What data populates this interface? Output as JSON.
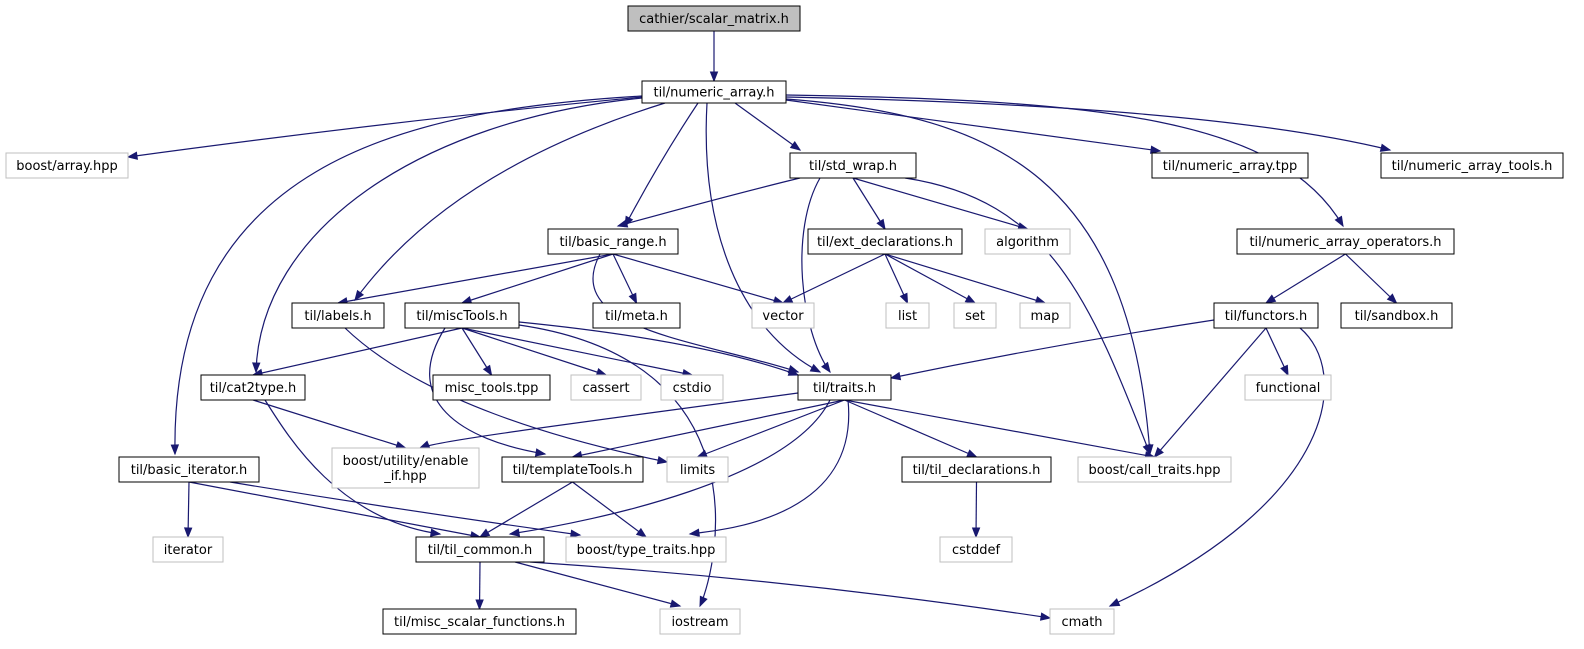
{
  "diagram": {
    "type": "include-dependency-graph",
    "colors": {
      "edge": "#191970",
      "root_fill": "#bfbfbf",
      "node_border": "#000000",
      "external_border": "#bfbfbf"
    },
    "nodes": [
      {
        "id": "scalar_matrix",
        "label": [
          "cathier/scalar_matrix.h"
        ],
        "kind": "root"
      },
      {
        "id": "numeric_array",
        "label": [
          "til/numeric_array.h"
        ],
        "kind": "local"
      },
      {
        "id": "boost_array",
        "label": [
          "boost/array.hpp"
        ],
        "kind": "ext"
      },
      {
        "id": "std_wrap",
        "label": [
          "til/std_wrap.h"
        ],
        "kind": "local"
      },
      {
        "id": "numeric_array_tpp",
        "label": [
          "til/numeric_array.tpp"
        ],
        "kind": "local"
      },
      {
        "id": "numeric_array_tools",
        "label": [
          "til/numeric_array_tools.h"
        ],
        "kind": "local"
      },
      {
        "id": "basic_range",
        "label": [
          "til/basic_range.h"
        ],
        "kind": "local"
      },
      {
        "id": "ext_declarations",
        "label": [
          "til/ext_declarations.h"
        ],
        "kind": "local"
      },
      {
        "id": "algorithm",
        "label": [
          "algorithm"
        ],
        "kind": "ext"
      },
      {
        "id": "numeric_array_operators",
        "label": [
          "til/numeric_array_operators.h"
        ],
        "kind": "local"
      },
      {
        "id": "labels",
        "label": [
          "til/labels.h"
        ],
        "kind": "local"
      },
      {
        "id": "miscTools",
        "label": [
          "til/miscTools.h"
        ],
        "kind": "local"
      },
      {
        "id": "meta",
        "label": [
          "til/meta.h"
        ],
        "kind": "local"
      },
      {
        "id": "vector",
        "label": [
          "vector"
        ],
        "kind": "ext"
      },
      {
        "id": "list",
        "label": [
          "list"
        ],
        "kind": "ext"
      },
      {
        "id": "set",
        "label": [
          "set"
        ],
        "kind": "ext"
      },
      {
        "id": "map",
        "label": [
          "map"
        ],
        "kind": "ext"
      },
      {
        "id": "functors",
        "label": [
          "til/functors.h"
        ],
        "kind": "local"
      },
      {
        "id": "sandbox",
        "label": [
          "til/sandbox.h"
        ],
        "kind": "local"
      },
      {
        "id": "cat2type",
        "label": [
          "til/cat2type.h"
        ],
        "kind": "local"
      },
      {
        "id": "misc_tools_tpp",
        "label": [
          "misc_tools.tpp"
        ],
        "kind": "local"
      },
      {
        "id": "cassert",
        "label": [
          "cassert"
        ],
        "kind": "ext"
      },
      {
        "id": "cstdio",
        "label": [
          "cstdio"
        ],
        "kind": "ext"
      },
      {
        "id": "traits",
        "label": [
          "til/traits.h"
        ],
        "kind": "local"
      },
      {
        "id": "functional",
        "label": [
          "functional"
        ],
        "kind": "ext"
      },
      {
        "id": "basic_iterator",
        "label": [
          "til/basic_iterator.h"
        ],
        "kind": "local"
      },
      {
        "id": "enable_if",
        "label": [
          "boost/utility/enable",
          "_if.hpp"
        ],
        "kind": "ext"
      },
      {
        "id": "templateTools",
        "label": [
          "til/templateTools.h"
        ],
        "kind": "local"
      },
      {
        "id": "limits",
        "label": [
          "limits"
        ],
        "kind": "ext"
      },
      {
        "id": "til_declarations",
        "label": [
          "til/til_declarations.h"
        ],
        "kind": "local"
      },
      {
        "id": "call_traits",
        "label": [
          "boost/call_traits.hpp"
        ],
        "kind": "ext"
      },
      {
        "id": "iterator",
        "label": [
          "iterator"
        ],
        "kind": "ext"
      },
      {
        "id": "til_common",
        "label": [
          "til/til_common.h"
        ],
        "kind": "local"
      },
      {
        "id": "type_traits",
        "label": [
          "boost/type_traits.hpp"
        ],
        "kind": "ext"
      },
      {
        "id": "cstddef",
        "label": [
          "cstddef"
        ],
        "kind": "ext"
      },
      {
        "id": "misc_scalar_functions",
        "label": [
          "til/misc_scalar_functions.h"
        ],
        "kind": "local"
      },
      {
        "id": "iostream",
        "label": [
          "iostream"
        ],
        "kind": "ext"
      },
      {
        "id": "cmath",
        "label": [
          "cmath"
        ],
        "kind": "ext"
      }
    ],
    "edges": [
      [
        "scalar_matrix",
        "numeric_array"
      ],
      [
        "numeric_array",
        "boost_array"
      ],
      [
        "numeric_array",
        "std_wrap"
      ],
      [
        "numeric_array",
        "numeric_array_tpp"
      ],
      [
        "numeric_array",
        "numeric_array_tools"
      ],
      [
        "numeric_array",
        "basic_range"
      ],
      [
        "numeric_array",
        "numeric_array_operators"
      ],
      [
        "numeric_array",
        "labels"
      ],
      [
        "numeric_array",
        "cat2type"
      ],
      [
        "numeric_array",
        "traits"
      ],
      [
        "numeric_array",
        "basic_iterator"
      ],
      [
        "numeric_array",
        "call_traits"
      ],
      [
        "std_wrap",
        "basic_range"
      ],
      [
        "std_wrap",
        "ext_declarations"
      ],
      [
        "std_wrap",
        "algorithm"
      ],
      [
        "std_wrap",
        "traits"
      ],
      [
        "std_wrap",
        "call_traits"
      ],
      [
        "basic_range",
        "labels"
      ],
      [
        "basic_range",
        "miscTools"
      ],
      [
        "basic_range",
        "meta"
      ],
      [
        "basic_range",
        "vector"
      ],
      [
        "basic_range",
        "traits"
      ],
      [
        "ext_declarations",
        "vector"
      ],
      [
        "ext_declarations",
        "list"
      ],
      [
        "ext_declarations",
        "set"
      ],
      [
        "ext_declarations",
        "map"
      ],
      [
        "numeric_array_operators",
        "functors"
      ],
      [
        "numeric_array_operators",
        "sandbox"
      ],
      [
        "labels",
        "limits"
      ],
      [
        "miscTools",
        "cat2type"
      ],
      [
        "miscTools",
        "misc_tools_tpp"
      ],
      [
        "miscTools",
        "cassert"
      ],
      [
        "miscTools",
        "cstdio"
      ],
      [
        "miscTools",
        "traits"
      ],
      [
        "miscTools",
        "templateTools"
      ],
      [
        "miscTools",
        "iostream"
      ],
      [
        "functors",
        "traits"
      ],
      [
        "functors",
        "functional"
      ],
      [
        "functors",
        "call_traits"
      ],
      [
        "functors",
        "cmath"
      ],
      [
        "cat2type",
        "enable_if"
      ],
      [
        "cat2type",
        "til_common"
      ],
      [
        "traits",
        "enable_if"
      ],
      [
        "traits",
        "templateTools"
      ],
      [
        "traits",
        "limits"
      ],
      [
        "traits",
        "til_declarations"
      ],
      [
        "traits",
        "call_traits"
      ],
      [
        "traits",
        "til_common"
      ],
      [
        "traits",
        "type_traits"
      ],
      [
        "basic_iterator",
        "iterator"
      ],
      [
        "basic_iterator",
        "til_common"
      ],
      [
        "basic_iterator",
        "type_traits"
      ],
      [
        "templateTools",
        "til_common"
      ],
      [
        "templateTools",
        "type_traits"
      ],
      [
        "til_declarations",
        "cstddef"
      ],
      [
        "til_common",
        "misc_scalar_functions"
      ],
      [
        "til_common",
        "iostream"
      ],
      [
        "til_common",
        "cmath"
      ]
    ]
  }
}
